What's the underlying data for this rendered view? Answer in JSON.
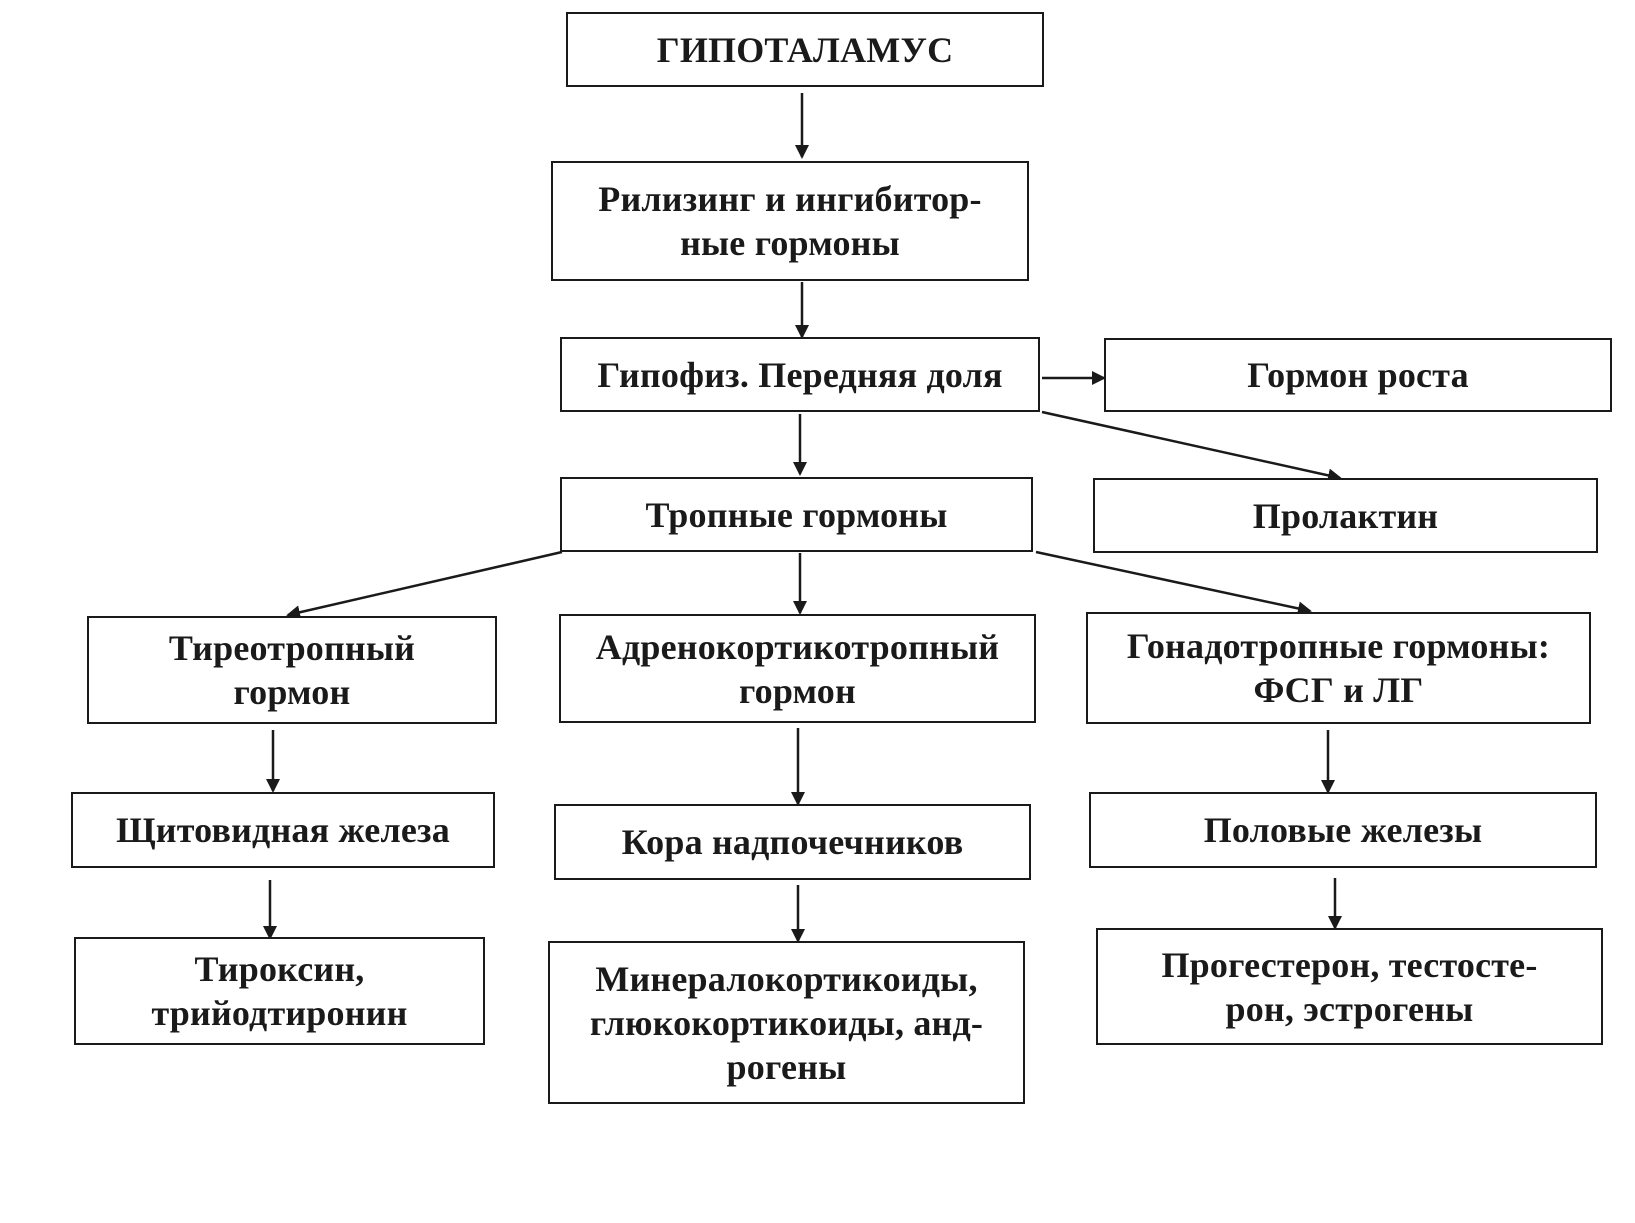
{
  "diagram": {
    "hypothalamus": [
      "ГИПОТАЛАМУС"
    ],
    "releasing_hormones": [
      "Рилизинг и ингибитор-",
      "ные гормоны"
    ],
    "pituitary_anterior": [
      "Гипофиз. Передняя доля"
    ],
    "growth_hormone": [
      "Гормон роста"
    ],
    "prolactin": [
      "Пролактин"
    ],
    "tropic_hormones": [
      "Тропные гормоны"
    ],
    "thyrotropic_hormone": [
      "Тиреотропный",
      "гормон"
    ],
    "acth": [
      "Адренокортикотропный",
      "гормон"
    ],
    "gonadotropic_hormones": [
      "Гонадотропные гормоны:",
      "ФСГ и ЛГ"
    ],
    "thyroid_gland": [
      "Щитовидная железа"
    ],
    "adrenal_cortex": [
      "Кора надпочечников"
    ],
    "gonads": [
      "Половые железы"
    ],
    "thyroid_hormones": [
      "Тироксин,",
      "трийодтиронин"
    ],
    "corticoids": [
      "Минералокортикоиды,",
      "глюкокортикоиды, анд-",
      "рогены"
    ],
    "sex_hormones": [
      "Прогестерон, тестосте-",
      "рон, эстрогены"
    ]
  }
}
